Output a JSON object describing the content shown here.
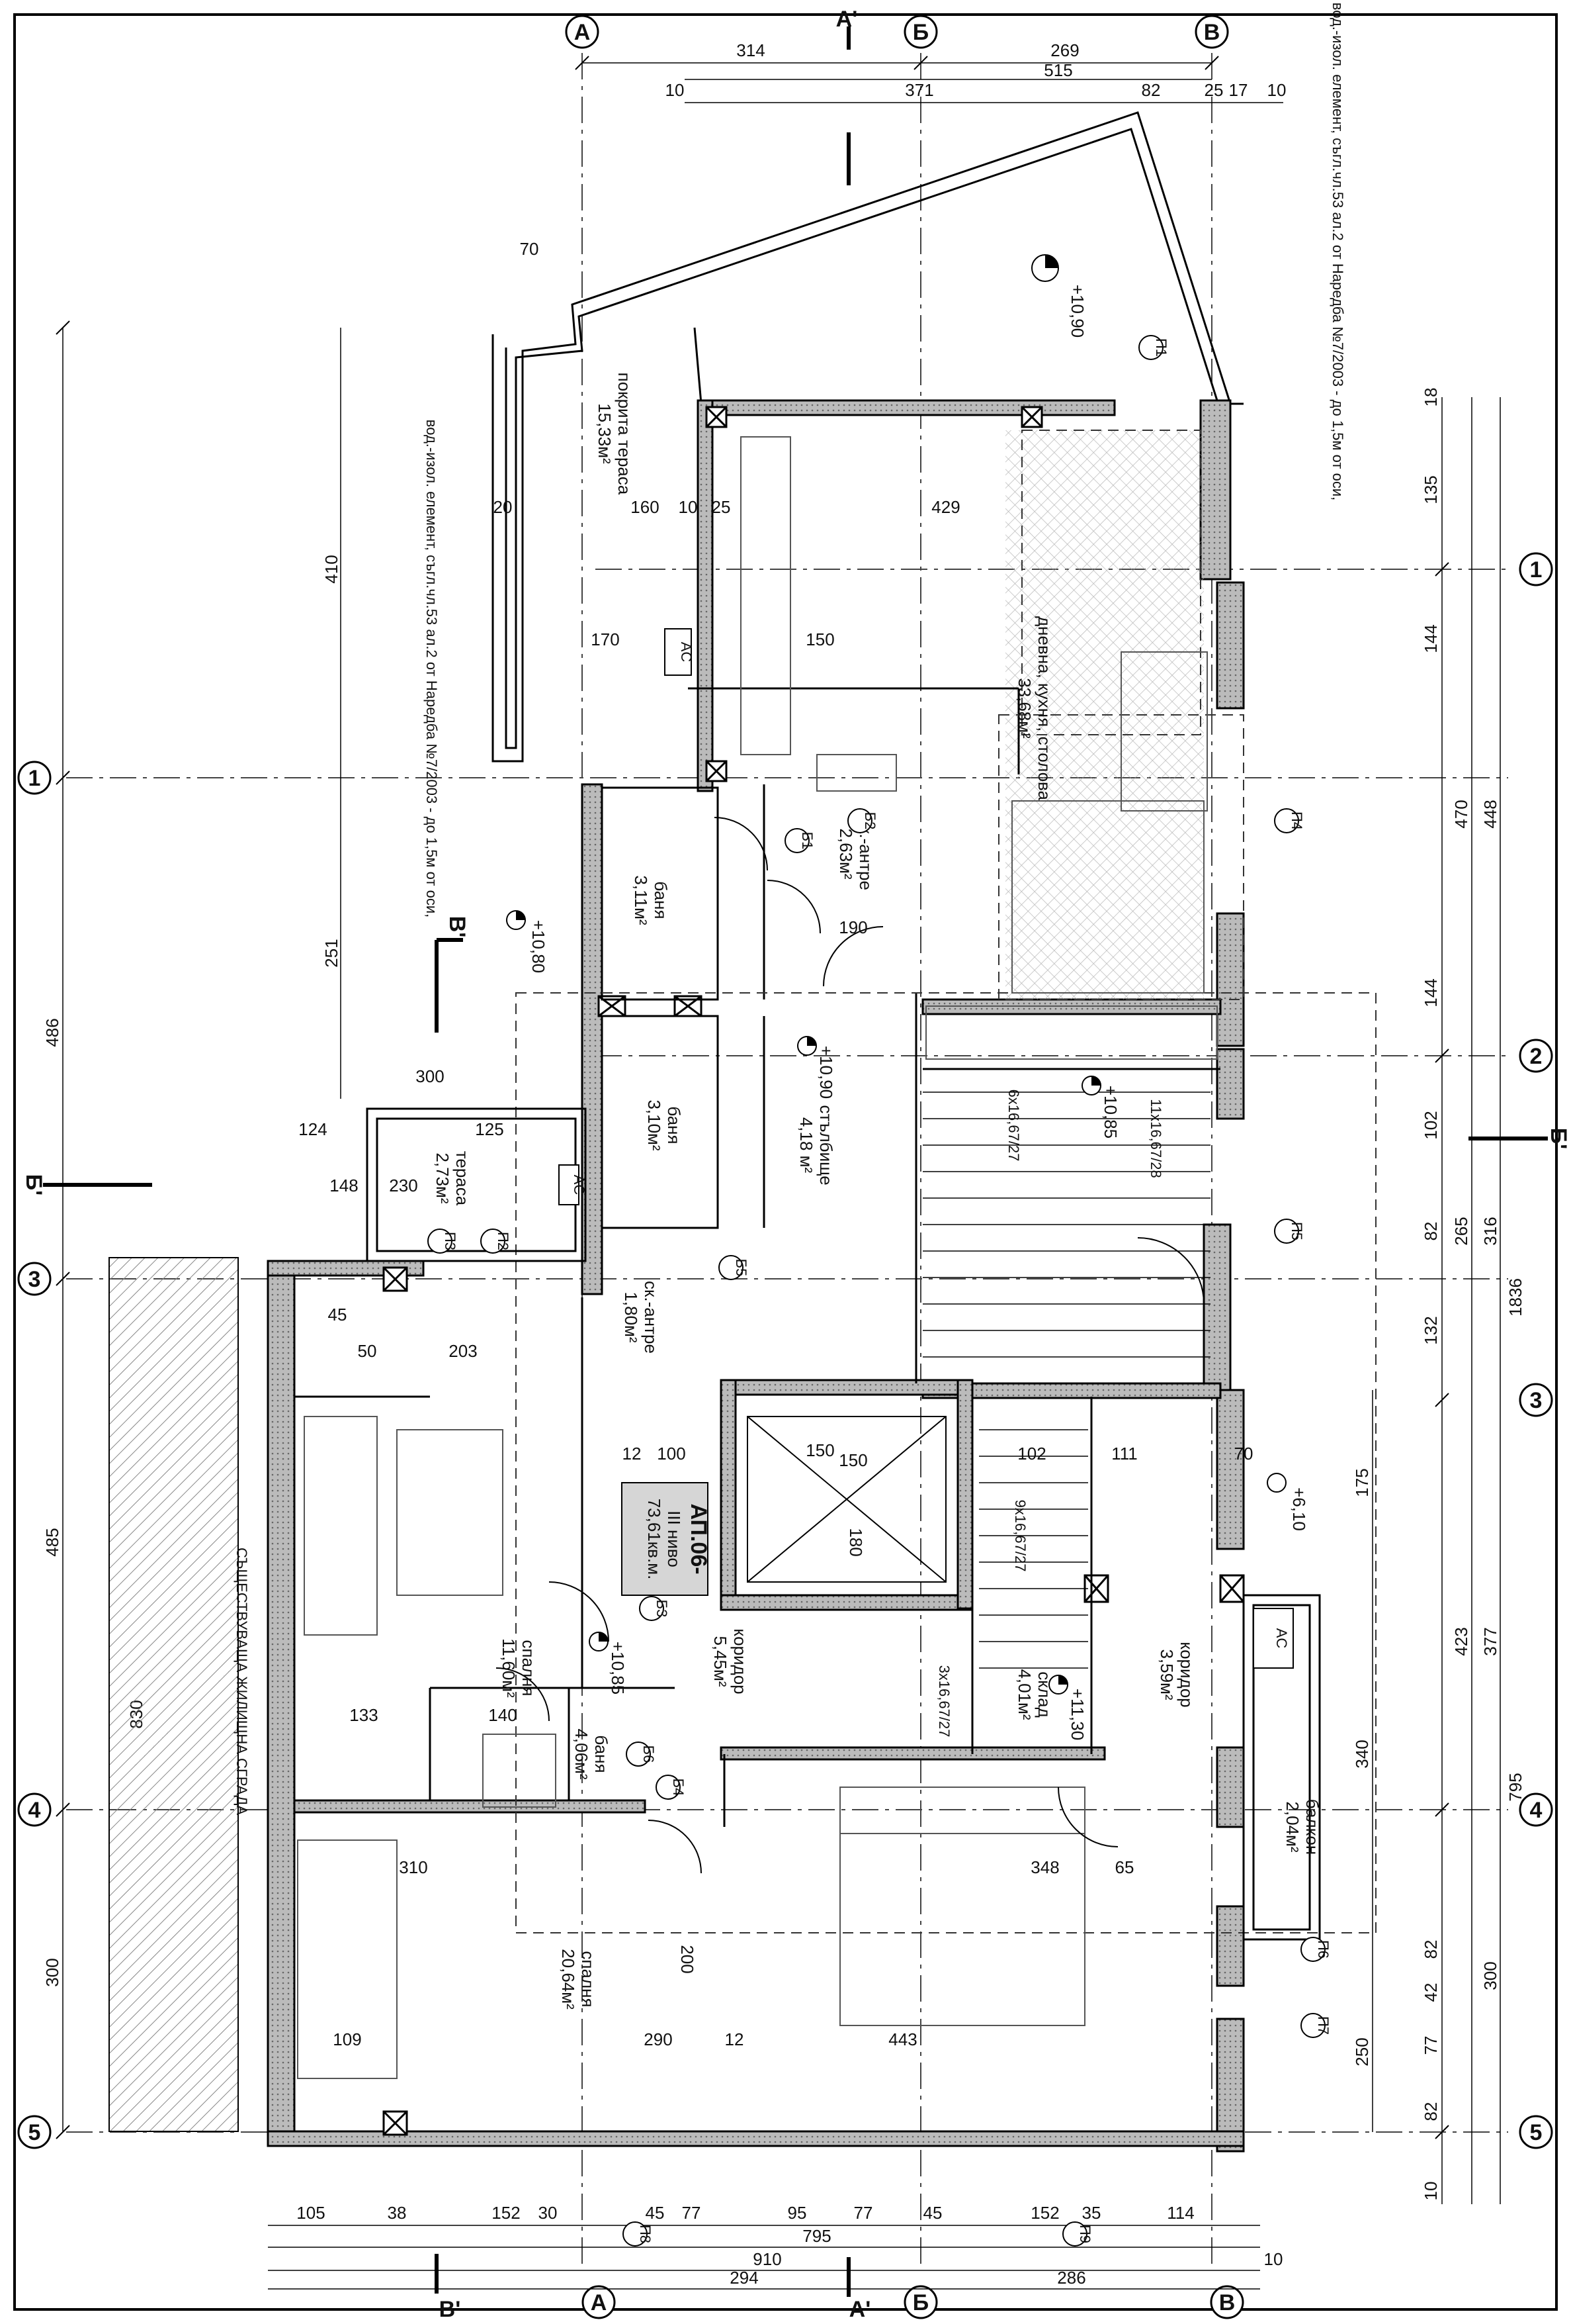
{
  "grid_axes": {
    "letters": [
      "А",
      "Б",
      "В"
    ],
    "numbers": [
      "1",
      "2",
      "3",
      "4",
      "5"
    ]
  },
  "section_markers": [
    {
      "id": "section-a-top",
      "label": "А'"
    },
    {
      "id": "section-a-bottom",
      "label": "А'"
    },
    {
      "id": "section-b-left-top",
      "label": "Б'"
    },
    {
      "id": "section-b-right",
      "label": "Б'"
    },
    {
      "id": "section-v-mid",
      "label": "В'"
    },
    {
      "id": "section-v-bottom",
      "label": "В'"
    }
  ],
  "dimensions_top": [
    "314",
    "269",
    "515",
    "10",
    "371",
    "82",
    "25",
    "17",
    "10"
  ],
  "dimensions_bottom": [
    "105",
    "38",
    "152",
    "30",
    "45",
    "77",
    "95",
    "77",
    "45",
    "152",
    "35",
    "114",
    "795",
    "910",
    "294",
    "286",
    "10"
  ],
  "dimensions_left": [
    "410",
    "251",
    "486",
    "485",
    "300",
    "830"
  ],
  "dimensions_right": [
    "18",
    "135",
    "144",
    "470",
    "448",
    "144",
    "102",
    "82",
    "265",
    "132",
    "316",
    "1836",
    "175",
    "423",
    "377",
    "340",
    "795",
    "300",
    "250",
    "82",
    "42",
    "77",
    "82",
    "10"
  ],
  "dimensions_interior": [
    "70",
    "160",
    "170",
    "150",
    "429",
    "25",
    "10",
    "20",
    "300",
    "190",
    "150",
    "124",
    "148",
    "230",
    "125",
    "45",
    "50",
    "203",
    "100",
    "12",
    "150",
    "180",
    "102",
    "111",
    "70",
    "133",
    "140",
    "310",
    "348",
    "65",
    "443",
    "290",
    "200",
    "109",
    "12"
  ],
  "rooms": [
    {
      "id": "terrace-top",
      "name": "покрита тераса",
      "area": "15,33м²"
    },
    {
      "id": "living-kitchen",
      "name": "дневна, кухня, столова",
      "area": "33,68м²"
    },
    {
      "id": "bath-top",
      "name": "баня",
      "area": "3,11м²"
    },
    {
      "id": "wc-top",
      "name": "баня",
      "area": "3,10м²"
    },
    {
      "id": "corridor-top",
      "name": "ск.-антре",
      "area": "2,63м²"
    },
    {
      "id": "bedroom-left",
      "name": "спалня",
      "area": "11,60м²"
    },
    {
      "id": "terrace-left",
      "name": "тераса",
      "area": "2,73м²"
    },
    {
      "id": "corridor-left",
      "name": "ск.-антре",
      "area": "1,80м²"
    },
    {
      "id": "corridor-center",
      "name": "коридор",
      "area": "5,45м²"
    },
    {
      "id": "bath-center",
      "name": "баня",
      "area": "4,06м²"
    },
    {
      "id": "bedroom-bottom",
      "name": "спалня",
      "area": "20,64м²"
    },
    {
      "id": "storage-right",
      "name": "склад",
      "area": "4,01м²"
    },
    {
      "id": "corridor-right",
      "name": "коридор",
      "area": "3,59м²"
    },
    {
      "id": "balcony-right",
      "name": "балкон",
      "area": "2,04м²"
    },
    {
      "id": "stair-landing",
      "name": "стълбище",
      "area": "4,18 м²"
    }
  ],
  "apartment_tag": {
    "line1": "АП.06-",
    "line2": "ІІІ ниво",
    "line3": "73,61кв.м."
  },
  "level_marks": [
    "+10,90",
    "+10,80",
    "+10,90",
    "+10,85",
    "+6,10",
    "+11,30",
    "+10,85"
  ],
  "notes": {
    "top_right": "вод.-изол. елемент, съгл.чл.53 ал.2 от Наредба №7/2003 - до 1,5м от оси,",
    "left_mid": "вод.-изол. елемент, съгл.чл.53 ал.2 от Наредба №7/2003 - до 1,5м от оси,",
    "neighbor": "СЪЩЕСТВУВАЩА ЖИЛИЩНА СГРАДА",
    "ac1": "AC",
    "ac2": "AC",
    "ac3": "AC",
    "stair1": "6x16,67/27",
    "stair2": "11x16,67/28",
    "stair3": "3x16,67/27",
    "stair4": "9x16,67/27"
  },
  "door_tags": [
    "Б1",
    "Б2",
    "Б3",
    "Б4",
    "Б5",
    "Б6",
    "П1",
    "П2",
    "П3",
    "П4",
    "П5",
    "П6",
    "П7",
    "П8",
    "П9"
  ]
}
